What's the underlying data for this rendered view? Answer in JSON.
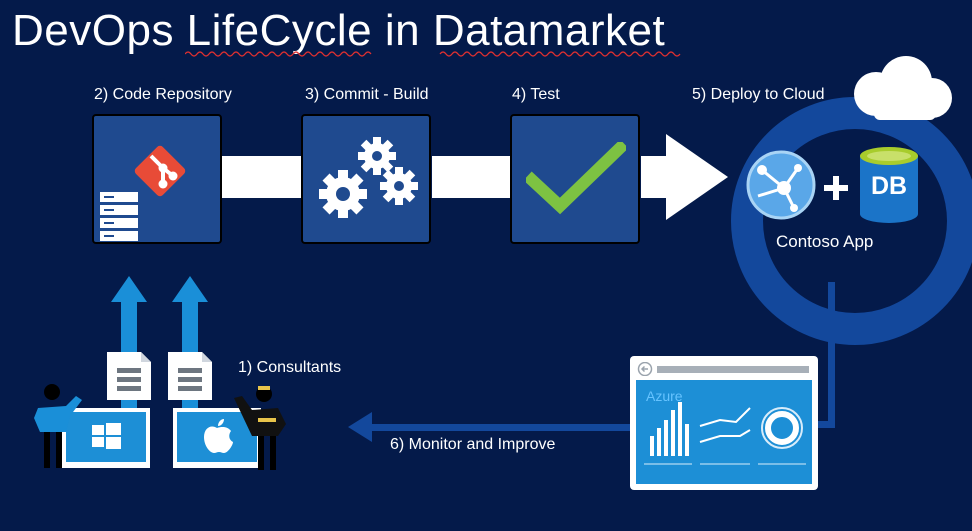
{
  "title": "DevOps LifeCycle in Datamarket",
  "steps": {
    "consultants": "1) Consultants",
    "code_repository": "2) Code Repository",
    "commit_build": "3) Commit - Build",
    "test": "4) Test",
    "deploy": "5) Deploy to Cloud",
    "monitor": "6) Monitor and Improve"
  },
  "app": {
    "name": "Contoso App",
    "db_badge": "DB"
  },
  "dashboard": {
    "label": "Azure"
  },
  "colors": {
    "background": "#041a4a",
    "box": "#1f4a8f",
    "ring": "#13489c",
    "git": "#e84b37",
    "check": "#7dc242",
    "arrow_up": "#1a8fd8",
    "dashboard": "#1d8fd6",
    "db_blue": "#1b74c8",
    "db_green": "#a8cc2c"
  },
  "icons": [
    "git-icon",
    "server-icon",
    "gears-icon",
    "checkmark-icon",
    "app-service-icon",
    "database-icon",
    "cloud-icon",
    "windows-icon",
    "apple-icon",
    "document-icon",
    "person-icon"
  ]
}
